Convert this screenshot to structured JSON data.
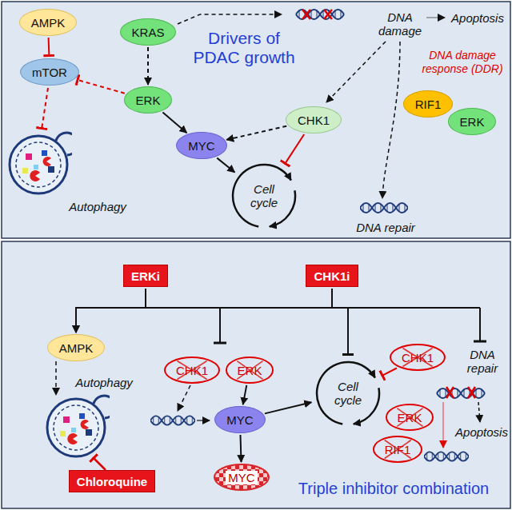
{
  "diagram": {
    "nodes": [
      {
        "text": [
          "AMPK"
        ]
      },
      {
        "text": [
          "KRAS"
        ]
      },
      {
        "text": [
          "mTOR"
        ]
      },
      {
        "text": [
          "ERK"
        ]
      },
      {
        "text": [
          "CHK1"
        ]
      },
      {
        "text": [
          "RIF1"
        ]
      },
      {
        "text": [
          "ERK"
        ]
      },
      {
        "text": [
          "MYC"
        ]
      },
      {
        "text": [
          "Cell cycle"
        ]
      },
      {
        "text": [
          "ERKi"
        ]
      },
      {
        "text": [
          "CHK1i"
        ]
      },
      {
        "text": [
          "AMPK"
        ]
      },
      {
        "text": [
          "CHK1"
        ]
      },
      {
        "text": [
          "ERK"
        ]
      },
      {
        "text": [
          "CHK1"
        ]
      },
      {
        "text": [
          "MYC"
        ]
      },
      {
        "text": [
          "Cell cycle"
        ]
      },
      {
        "text": [
          "ERK"
        ]
      },
      {
        "text": [
          "RIF1"
        ]
      },
      {
        "text": [
          "MYC"
        ]
      },
      {
        "text": [
          "Chloroquine"
        ]
      }
    ],
    "edges": [
      {
        "from": 0,
        "to": 2,
        "arrow": "to"
      },
      {
        "from": 1,
        "to": 3,
        "arrow": "to"
      },
      {
        "from": 3,
        "to": 2,
        "arrow": "to"
      },
      {
        "from": 3,
        "to": 7,
        "arrow": "to"
      },
      {
        "from": 4,
        "to": 7,
        "arrow": "to"
      },
      {
        "from": 4,
        "to": 8,
        "arrow": "to"
      },
      {
        "from": 7,
        "to": 8,
        "arrow": "to"
      },
      {
        "from": 9,
        "to": 11,
        "arrow": "to"
      },
      {
        "from": 10,
        "to": 11,
        "arrow": "to"
      },
      {
        "from": 9,
        "to": 16,
        "arrow": "to"
      },
      {
        "from": 10,
        "to": 16,
        "arrow": "to"
      },
      {
        "from": 13,
        "to": 15,
        "arrow": "to"
      },
      {
        "from": 15,
        "to": 19,
        "arrow": "to"
      },
      {
        "from": 15,
        "to": 16,
        "arrow": "to"
      },
      {
        "from": 14,
        "to": 16,
        "arrow": "to"
      }
    ],
    "labels": [
      "Drivers of PDAC growth",
      "DNA damage",
      "Apoptosis",
      "DNA damage response (DDR)",
      "Autophagy",
      "DNA repair",
      "Autophagy",
      "DNA repair",
      "Apoptosis",
      "Triple inhibitor combination"
    ]
  }
}
